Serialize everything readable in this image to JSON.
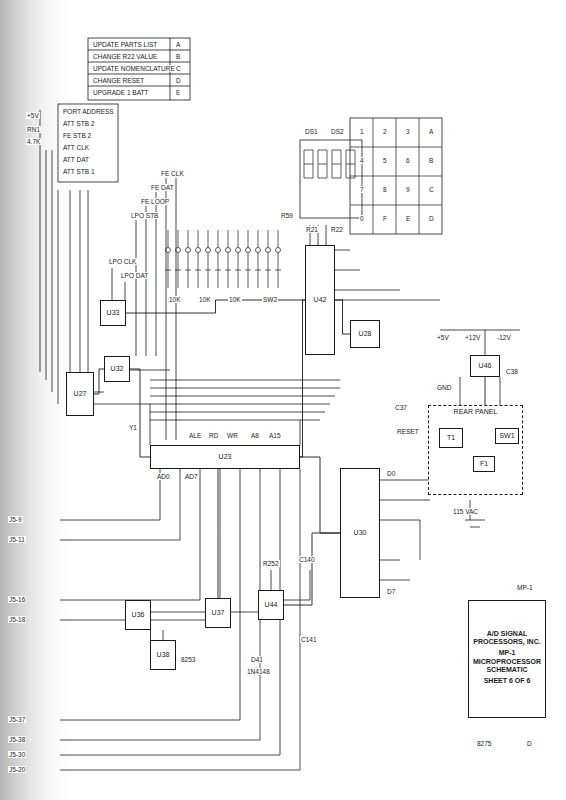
{
  "diagram": {
    "nodes": [
      {
        "text": [
          "A/D SIGNAL PROCESSORS, INC.",
          "MP-1 MICROPROCESSOR SCHEMATIC",
          "SHEET 6 OF 6"
        ]
      },
      {
        "text": [
          "U27"
        ]
      },
      {
        "text": [
          "U32"
        ]
      },
      {
        "text": [
          "U33"
        ]
      },
      {
        "text": [
          "U42"
        ]
      },
      {
        "text": [
          "U28"
        ]
      },
      {
        "text": [
          "U23"
        ]
      },
      {
        "text": [
          "U30"
        ]
      },
      {
        "text": [
          "U44"
        ]
      },
      {
        "text": [
          "U36"
        ]
      },
      {
        "text": [
          "U37"
        ]
      },
      {
        "text": [
          "U38"
        ]
      },
      {
        "text": [
          "U46"
        ]
      },
      {
        "text": [
          "REAR PANEL"
        ]
      },
      {
        "text": [
          "T1"
        ],
        "in": 13
      },
      {
        "text": [
          "F1"
        ],
        "in": 13
      },
      {
        "text": [
          "SW1"
        ],
        "in": 13
      }
    ],
    "edges": [
      {
        "from": 6,
        "to": 7,
        "arrow": "none"
      },
      {
        "from": 6,
        "to": 4,
        "arrow": "none"
      },
      {
        "from": 1,
        "to": 2,
        "arrow": "none"
      },
      {
        "from": 3,
        "to": 4,
        "arrow": "none"
      },
      {
        "from": 4,
        "to": 5,
        "arrow": "none"
      },
      {
        "from": 9,
        "to": 11,
        "arrow": "none"
      },
      {
        "from": 10,
        "to": 6,
        "arrow": "none"
      },
      {
        "from": 8,
        "to": 7,
        "arrow": "none"
      },
      {
        "from": 12,
        "to": 13,
        "arrow": "none"
      },
      {
        "from": 2,
        "to": 6,
        "arrow": "none"
      }
    ],
    "labels": [
      "PORT ADDRESS",
      "ATT STB 2",
      "FE STB 2",
      "ATT CLK",
      "ATT DAT",
      "ATT STB 1",
      "+5V",
      "RN1",
      "4.7K",
      "LPO CLK",
      "LPO DAT",
      "LPO STB",
      "FE LOOP",
      "FE DAT",
      "FE CLK",
      "UPDATE PARTS LIST",
      "CHANGE R22 VALUE",
      "UPDATE NOMENCLATURE",
      "CHANGE RESET",
      "UPGRADE 1 BATT",
      "A",
      "B",
      "C",
      "D",
      "E",
      "DS1",
      "DS2",
      "R21",
      "R22",
      "R59",
      "10K",
      "10K",
      "10K",
      "SW2",
      "1",
      "2",
      "3",
      "A",
      "4",
      "5",
      "6",
      "B",
      "7",
      "8",
      "9",
      "C",
      "0",
      "F",
      "E",
      "D",
      "+5V",
      "+12V",
      "-12V",
      "GND",
      "C38",
      "115 VAC",
      "ALE",
      "RD",
      "WR",
      "A8",
      "A15",
      "AD0",
      "AD7",
      "D0",
      "D7",
      "RESET",
      "C37",
      "R252",
      "C140",
      "D41",
      "1N4148",
      "C141",
      "8253",
      "J5-9",
      "J5-11",
      "J5-16",
      "J5-18",
      "J5-37",
      "J5-38",
      "J5-30",
      "J5-20",
      "MP-1",
      "8275",
      "D",
      "Y1"
    ]
  }
}
